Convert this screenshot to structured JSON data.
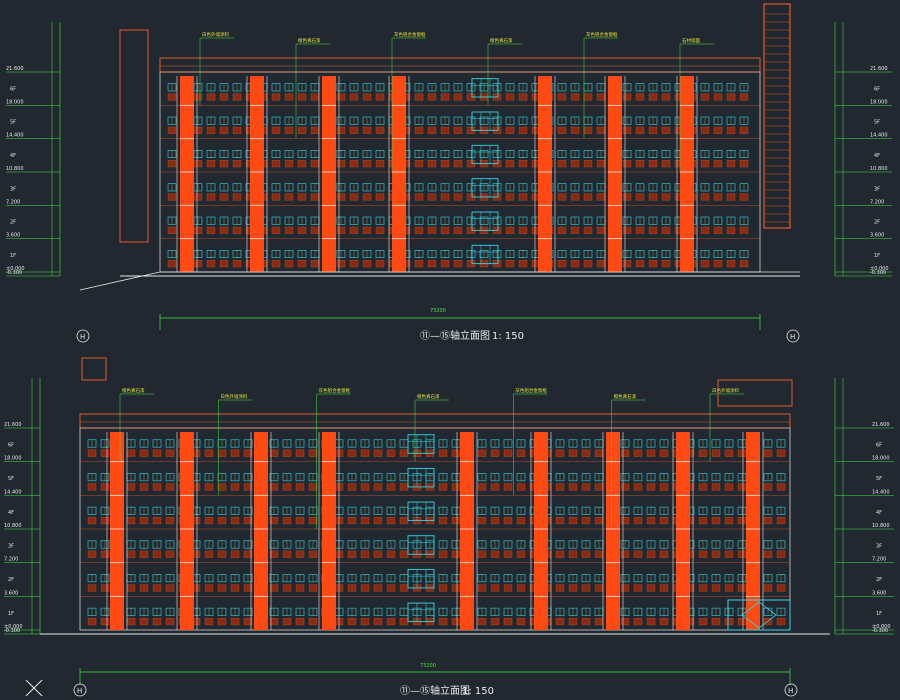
{
  "colors": {
    "background": "#212830",
    "orange": "#ff4a14",
    "wall_line": "#e05a2a",
    "cyan": "#33d6e6",
    "green": "#3ee83e",
    "white": "#e8e8e8",
    "yellow": "#e6e63a",
    "dark_red": "#8a2a10"
  },
  "top_elevation": {
    "title": "⑪—⑮轴立面图",
    "scale": "1: 150",
    "axis_start": "H",
    "axis_end": "H",
    "overall_dim": "73200",
    "left_levels": [
      "21.600",
      "18.000",
      "14.400",
      "10.800",
      "7.200",
      "3.600",
      "±0.000",
      "-0.300"
    ],
    "left_floors": [
      "6F",
      "5F",
      "4F",
      "3F",
      "2F",
      "1F"
    ],
    "right_levels": [
      "21.600",
      "18.000",
      "14.400",
      "10.800",
      "7.200",
      "3.600",
      "±0.000",
      "-0.300"
    ],
    "right_floors": [
      "6F",
      "5F",
      "4F",
      "3F",
      "2F",
      "1F"
    ],
    "notes": [
      "白色外墙涂料",
      "橙色真石漆",
      "灰色铝合金窗框",
      "橙色真石漆",
      "灰色铝合金窗框",
      "石材墙面"
    ]
  },
  "bottom_elevation": {
    "title": "⑪—⑮轴立面图",
    "scale": "1: 150",
    "axis_start": "H",
    "axis_end": "H",
    "overall_dim": "73200",
    "left_levels": [
      "21.600",
      "18.000",
      "14.400",
      "10.800",
      "7.200",
      "3.600",
      "±0.000",
      "-0.300"
    ],
    "left_floors": [
      "6F",
      "5F",
      "4F",
      "3F",
      "2F",
      "1F"
    ],
    "right_levels": [
      "21.600",
      "18.000",
      "14.400",
      "10.800",
      "7.200",
      "3.600",
      "±0.000",
      "-0.300"
    ],
    "right_floors": [
      "6F",
      "5F",
      "4F",
      "3F",
      "2F",
      "1F"
    ],
    "notes": [
      "橙色真石漆",
      "白色外墙涂料",
      "灰色铝合金窗框",
      "橙色真石漆",
      "灰色铝合金窗框",
      "橙色真石漆",
      "白色外墙涂料"
    ]
  }
}
